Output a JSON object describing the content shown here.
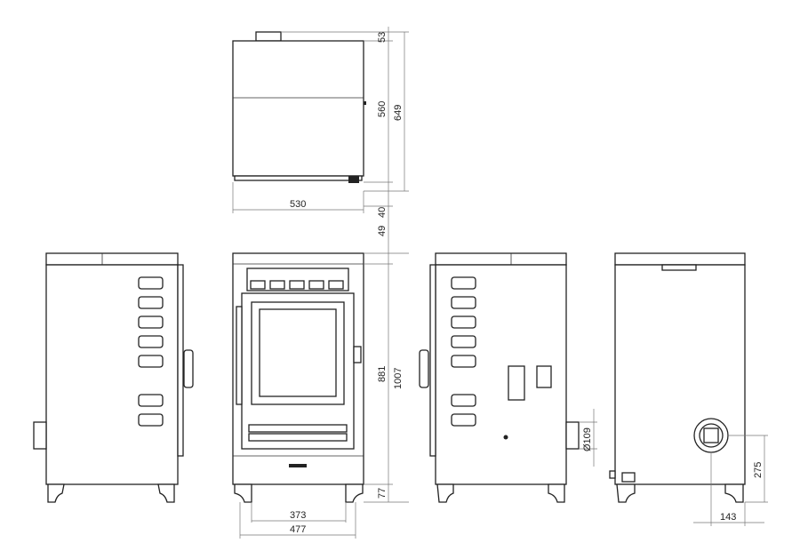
{
  "dimensions": {
    "top_height": "53",
    "body_depth": "560",
    "total_depth": "649",
    "width_top": "530",
    "offset_40": "40",
    "offset_49": "49",
    "height_body": "881",
    "height_total": "1007",
    "leg_height": "77",
    "leg_inner": "373",
    "leg_outer": "477",
    "flue_diameter": "Ø109",
    "flue_height": "275",
    "flue_offset": "143"
  }
}
